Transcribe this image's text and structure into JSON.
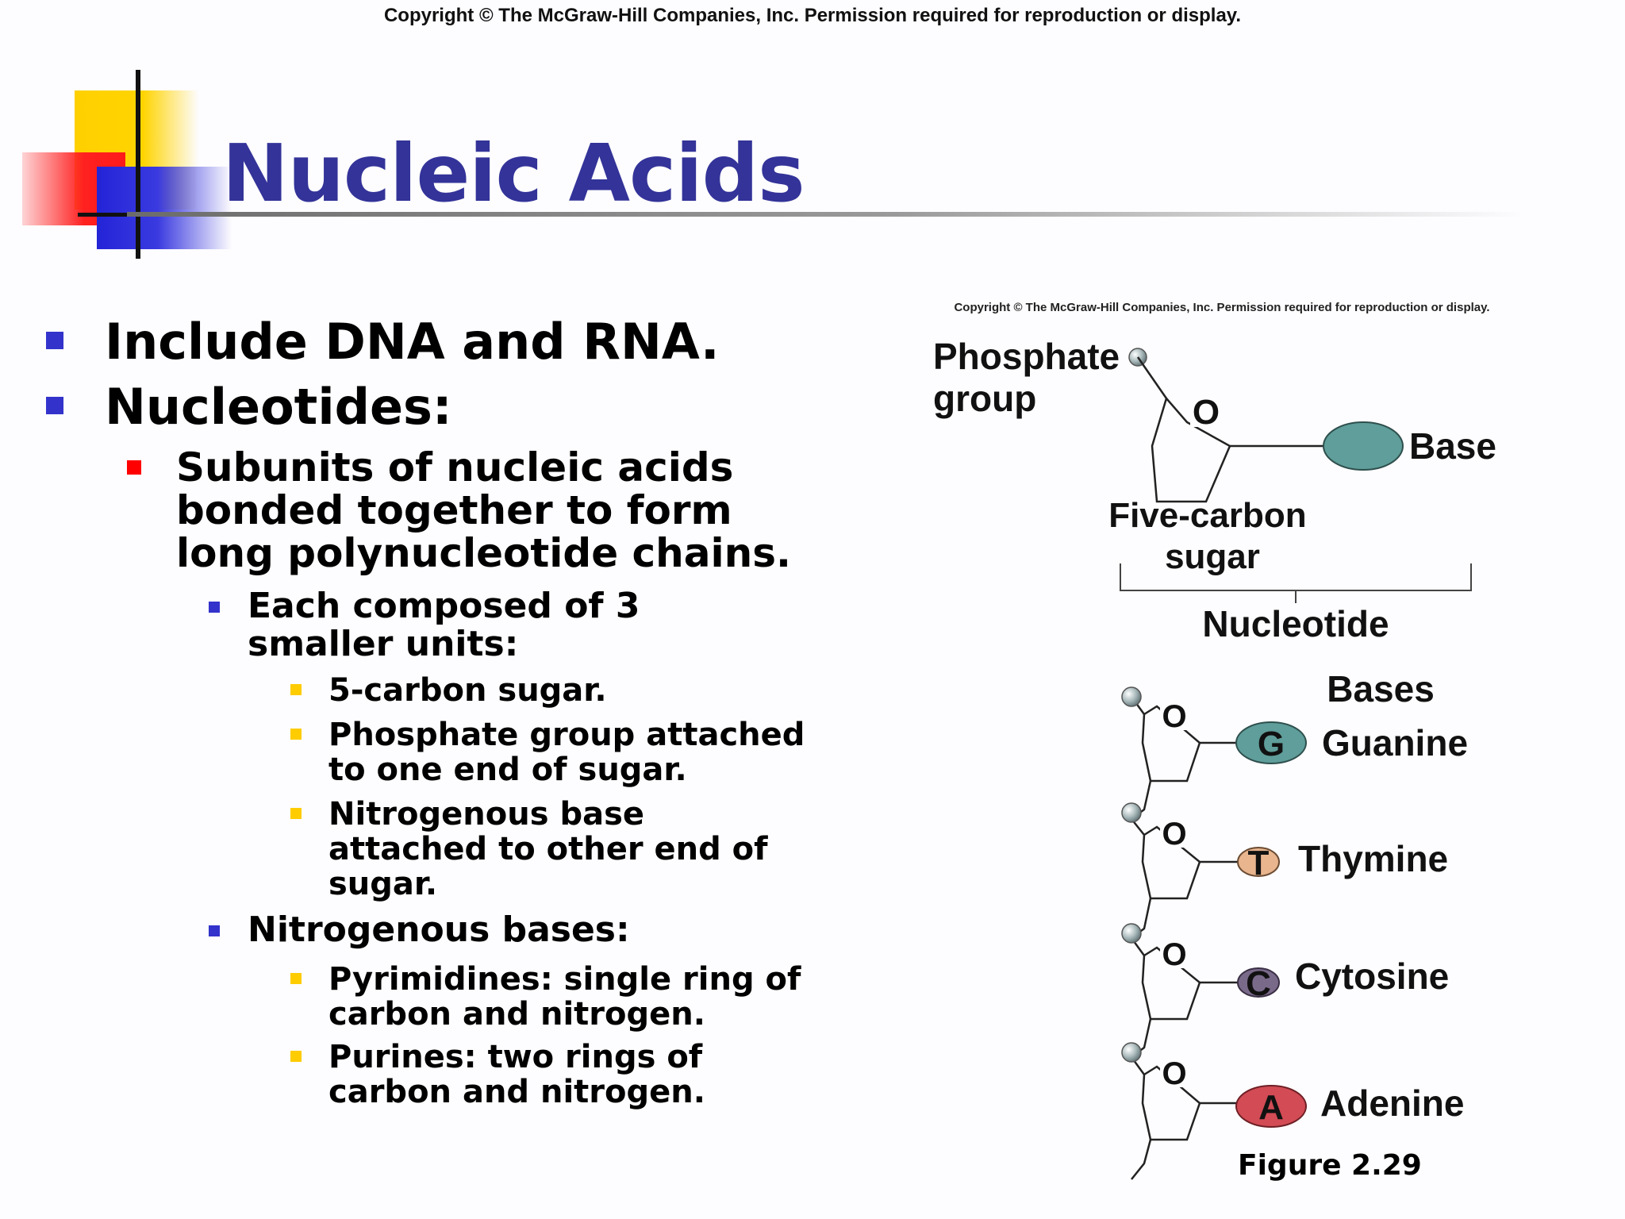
{
  "copyright": "Copyright © The McGraw-Hill Companies, Inc. Permission required for reproduction or display.",
  "title": "Nucleic Acids",
  "bullets": {
    "b1": "Include DNA and RNA.",
    "b2": "Nucleotides:",
    "b3": [
      "Subunits of nucleic acids",
      "bonded together to form",
      "long polynucleotide chains."
    ],
    "b4": [
      "Each composed of 3",
      "smaller units:"
    ],
    "b5": "5-carbon sugar.",
    "b6": [
      "Phosphate group attached",
      "to one end of sugar."
    ],
    "b7": [
      "Nitrogenous base",
      "attached to other end of",
      "sugar."
    ],
    "b8": "Nitrogenous bases:",
    "b9": [
      "Pyrimidines: single ring of",
      "carbon and nitrogen."
    ],
    "b10": [
      "Purines: two rings of",
      "carbon and nitrogen."
    ]
  },
  "colors": {
    "title": "#333399",
    "bullet_blue": "#3333cc",
    "bullet_red": "#ff0000",
    "bullet_yellow": "#ffcc00",
    "guanine": "#5f9e9a",
    "thymine": "#e8b58e",
    "cytosine": "#7a6a8a",
    "adenine": "#d24b55"
  },
  "figure": {
    "copyright": "Copyright © The McGraw-Hill Companies, Inc. Permission required for reproduction or display.",
    "phosphate_label": [
      "Phosphate",
      "group"
    ],
    "ring_oxygen": "O",
    "base_label": "Base",
    "sugar_label": [
      "Five-carbon",
      "sugar"
    ],
    "nucleotide_label": "Nucleotide",
    "bases_heading": "Bases",
    "bases": [
      {
        "letter": "G",
        "name": "Guanine"
      },
      {
        "letter": "T",
        "name": "Thymine"
      },
      {
        "letter": "C",
        "name": "Cytosine"
      },
      {
        "letter": "A",
        "name": "Adenine"
      }
    ],
    "caption": "Figure 2.29"
  }
}
